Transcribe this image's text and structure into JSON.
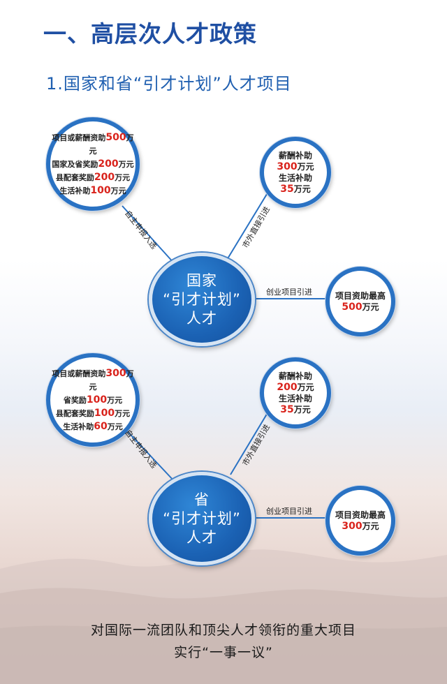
{
  "header": {
    "title": "一、高层次人才政策",
    "subtitle": "1.国家和省“引才计划”人才项目"
  },
  "national": {
    "center": {
      "line1": "国家",
      "line2": "“引才计划”",
      "line3": "人才"
    },
    "left": [
      {
        "pre": "项目或薪酬资助",
        "num": "500",
        "unit": "万元"
      },
      {
        "pre": "国家及省奖励",
        "num": "200",
        "unit": "万元"
      },
      {
        "pre": "县配套奖励",
        "num": "200",
        "unit": "万元"
      },
      {
        "pre": "生活补助",
        "num": "100",
        "unit": "万元"
      }
    ],
    "right": [
      {
        "pre": "薪酬补助",
        "num": "",
        "unit": ""
      },
      {
        "pre": "",
        "num": "300",
        "unit": "万元"
      },
      {
        "pre": "生活补助",
        "num": "",
        "unit": ""
      },
      {
        "pre": "",
        "num": "35",
        "unit": "万元"
      }
    ],
    "bottom_right": [
      {
        "pre": "项目资助最高",
        "num": "",
        "unit": ""
      },
      {
        "pre": "",
        "num": "500",
        "unit": "万元"
      }
    ],
    "label_left": "自主申报入选",
    "label_right": "市外直接引进",
    "label_bottom": "创业项目引进"
  },
  "provincial": {
    "center": {
      "line1": "省",
      "line2": "“引才计划”",
      "line3": "人才"
    },
    "left": [
      {
        "pre": "项目或薪酬资助",
        "num": "300",
        "unit": "万元"
      },
      {
        "pre": "省奖励",
        "num": "100",
        "unit": "万元"
      },
      {
        "pre": "县配套奖励",
        "num": "100",
        "unit": "万元"
      },
      {
        "pre": "生活补助",
        "num": "60",
        "unit": "万元"
      }
    ],
    "right": [
      {
        "pre": "薪酬补助",
        "num": "",
        "unit": ""
      },
      {
        "pre": "",
        "num": "200",
        "unit": "万元"
      },
      {
        "pre": "生活补助",
        "num": "",
        "unit": ""
      },
      {
        "pre": "",
        "num": "35",
        "unit": "万元"
      }
    ],
    "bottom_right": [
      {
        "pre": "项目资助最高",
        "num": "",
        "unit": ""
      },
      {
        "pre": "",
        "num": "300",
        "unit": "万元"
      }
    ],
    "label_left": "自主申报入选",
    "label_right": "市外直接引进",
    "label_bottom": "创业项目引进"
  },
  "footer": {
    "line1": "对国际一流团队和顶尖人才领衔的重大项目",
    "line2": "实行“一事一议”"
  },
  "colors": {
    "primary": "#1f4fa3",
    "accent": "#d9231c",
    "ring": "#2a72c3"
  }
}
